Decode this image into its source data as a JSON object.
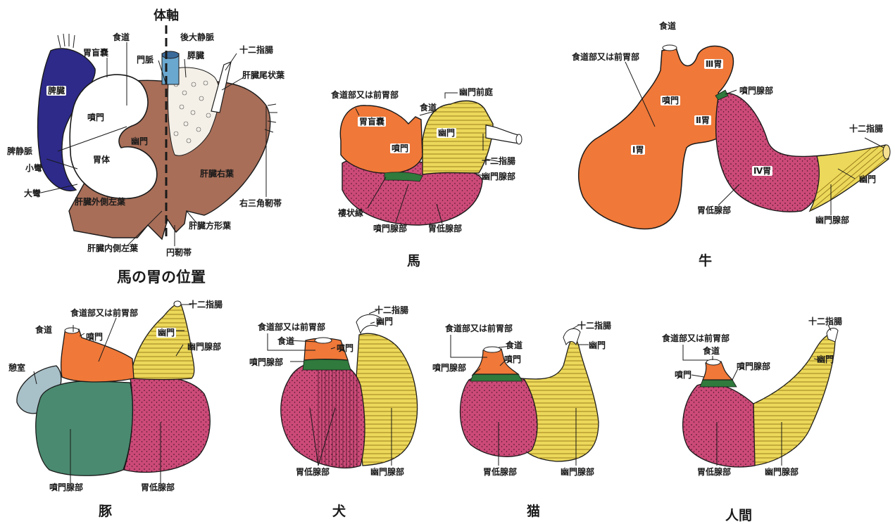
{
  "colors": {
    "forestomach": "#f07838",
    "fundic_gland": "#cc4a78",
    "pyloric_gland": "#e8c840",
    "cardiac_gland": "#2f7a3c",
    "liver": "#a86e58",
    "spleen": "#2d2a8a",
    "diverticulum": "#a8c0c8",
    "cardiac_gland_pig": "#4a8a70"
  },
  "icons": [
    "hatching-texture",
    "stippling-texture"
  ],
  "horse_position": {
    "title": "体軸",
    "caption": "馬の胃の位置",
    "labels": {
      "esophagus": "食道",
      "caudal_vena_cava": "後大静脈",
      "duodenum": "十二指腸",
      "gastric_blind_sac": "胃盲嚢",
      "portal_vein": "門脈",
      "pancreas": "膵臓",
      "caudate_lobe": "肝臓尾状葉",
      "spleen": "脾臓",
      "cardia": "噴門",
      "pylorus": "幽門",
      "splenic_vein": "脾静脈",
      "lesser_curvature": "小彎",
      "greater_curvature": "大彎",
      "gastric_body": "胃体",
      "right_lobe": "肝臓右葉",
      "right_triangular_lig": "右三角靭帯",
      "left_lateral_lobe": "肝臓外側左葉",
      "quadrate_lobe": "肝臓方形葉",
      "left_medial_lobe": "肝臓内側左葉",
      "round_lig": "円靭帯"
    }
  },
  "horse": {
    "caption": "馬",
    "labels": {
      "esophageal_part": "食道部又は前胃部",
      "esophagus": "食道",
      "blind_sac": "胃盲嚢",
      "cardia": "噴門",
      "pyloric_antrum": "幽門前庭",
      "pylorus": "幽門",
      "duodenum": "十二指腸",
      "pyloric_gland": "幽門腺部",
      "margo_plicatus": "褸状縁",
      "cardiac_gland": "噴門腺部",
      "fundic_gland": "胃低腺部"
    }
  },
  "cow": {
    "caption": "牛",
    "labels": {
      "esophagus": "食道",
      "esophageal_part": "食道部又は前胃部",
      "omasum": "Ⅲ胃",
      "cardia": "噴門",
      "reticulum": "Ⅱ胃",
      "cardiac_gland": "噴門腺部",
      "rumen": "Ⅰ胃",
      "abomasum": "Ⅳ胃",
      "duodenum": "十二指腸",
      "pylorus": "幽門",
      "fundic_gland": "胃低腺部",
      "pyloric_gland": "幽門腺部"
    }
  },
  "pig": {
    "caption": "豚",
    "labels": {
      "duodenum": "十二指腸",
      "esophageal_part": "食道部又は前胃部",
      "esophagus": "食道",
      "cardia": "噴門",
      "pylorus": "幽門",
      "pyloric_gland": "幽門腺部",
      "diverticulum": "憩室",
      "cardiac_gland": "噴門腺部",
      "fundic_gland": "胃低腺部"
    }
  },
  "dog": {
    "caption": "犬",
    "labels": {
      "duodenum": "十二指腸",
      "esophageal_part": "食道部又は前胃部",
      "pylorus": "幽門",
      "esophagus": "食道",
      "cardia": "噴門",
      "cardiac_gland": "噴門腺部",
      "fundic_gland": "胃低腺部",
      "pyloric_gland": "幽門腺部"
    }
  },
  "cat": {
    "caption": "猫",
    "labels": {
      "esophageal_part": "食道部又は前胃部",
      "duodenum": "十二指腸",
      "esophagus": "食道",
      "pylorus": "幽門",
      "cardiac_gland": "噴門腺部",
      "cardia": "噴門",
      "fundic_gland": "胃低腺部",
      "pyloric_gland": "幽門腺部"
    }
  },
  "human": {
    "caption": "人間",
    "labels": {
      "duodenum": "十二指腸",
      "esophageal_part": "食道部又は前胃部",
      "esophagus": "食道",
      "pylorus": "幽門",
      "cardiac_gland": "噴門腺部",
      "cardia": "噴門",
      "fundic_gland": "胃低腺部",
      "pyloric_gland": "幽門腺部"
    }
  }
}
